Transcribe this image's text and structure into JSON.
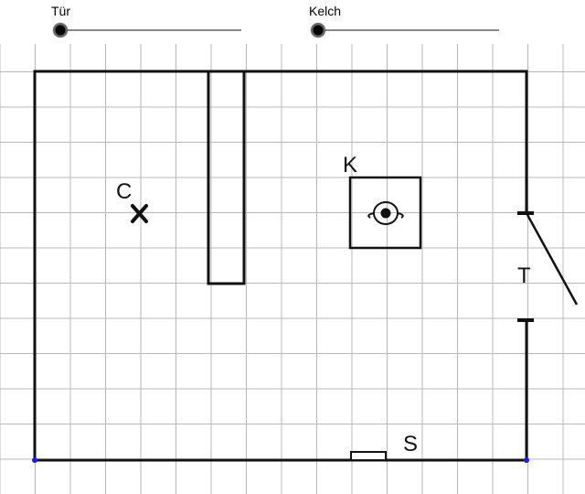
{
  "sliders": [
    {
      "id": "tuer",
      "label": "Tür",
      "value": 0
    },
    {
      "id": "kelch",
      "label": "Kelch",
      "value": 0
    }
  ],
  "plan": {
    "label_c": "C",
    "label_k": "K",
    "label_t": "T",
    "label_s": "S"
  },
  "colors": {
    "grid": "#b8b8b8",
    "wall": "#111111",
    "corner_point": "#1a1aff"
  }
}
